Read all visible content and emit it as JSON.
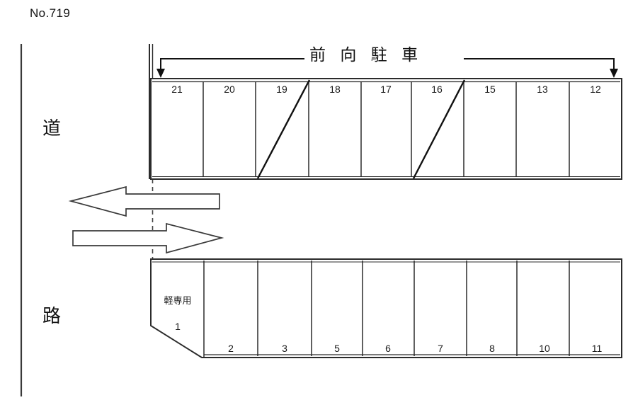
{
  "document": {
    "number_label": "No.719"
  },
  "road": {
    "vertical_label_chars": [
      "道",
      "路"
    ],
    "upper_char": "道",
    "lower_char": "路"
  },
  "title": {
    "text": "前 向 駐 車",
    "meaning_hint": "front-in parking"
  },
  "top_row": {
    "stalls": [
      {
        "label": "21",
        "diagonal": false
      },
      {
        "label": "20",
        "diagonal": false
      },
      {
        "label": "19",
        "diagonal": true
      },
      {
        "label": "18",
        "diagonal": false
      },
      {
        "label": "17",
        "diagonal": false
      },
      {
        "label": "16",
        "diagonal": true
      },
      {
        "label": "15",
        "diagonal": false
      },
      {
        "label": "13",
        "diagonal": false
      },
      {
        "label": "12",
        "diagonal": false
      }
    ]
  },
  "bottom_row": {
    "kei_stall": {
      "type_label": "軽専用",
      "label": "1"
    },
    "stalls": [
      {
        "label": "2"
      },
      {
        "label": "3"
      },
      {
        "label": "5"
      },
      {
        "label": "6"
      },
      {
        "label": "7"
      },
      {
        "label": "8"
      },
      {
        "label": "10"
      },
      {
        "label": "11"
      }
    ]
  },
  "aisle": {
    "arrow_left_direction": "left",
    "arrow_right_direction": "right"
  },
  "colors": {
    "ink": "#1a1a1a",
    "line": "#333333",
    "paper": "#ffffff"
  }
}
